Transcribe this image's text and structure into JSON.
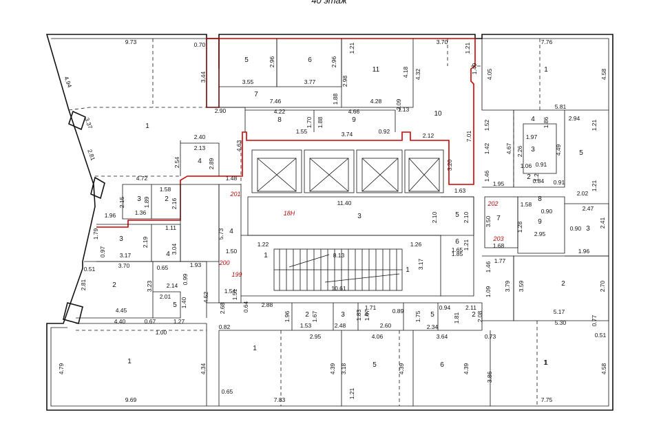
{
  "title": "40 этаж",
  "highlight_label": "18Н",
  "section_labels": [
    "201",
    "200",
    "199",
    "202",
    "203"
  ],
  "room_numbers": [
    {
      "id": "r1",
      "text": "1"
    },
    {
      "id": "r5a",
      "text": "5"
    },
    {
      "id": "r6a",
      "text": "6"
    },
    {
      "id": "r11",
      "text": "11"
    },
    {
      "id": "r7a",
      "text": "7"
    },
    {
      "id": "r8a",
      "text": "8"
    },
    {
      "id": "r9a",
      "text": "9"
    },
    {
      "id": "r10",
      "text": "10"
    },
    {
      "id": "r1b",
      "text": "1"
    },
    {
      "id": "r4a",
      "text": "4"
    },
    {
      "id": "r3a",
      "text": "3"
    },
    {
      "id": "r2a",
      "text": "2"
    },
    {
      "id": "r3b",
      "text": "3"
    },
    {
      "id": "r4b",
      "text": "4"
    },
    {
      "id": "r2b",
      "text": "2"
    },
    {
      "id": "r5b",
      "text": "5"
    },
    {
      "id": "r4c",
      "text": "4"
    },
    {
      "id": "r3c",
      "text": "3"
    },
    {
      "id": "r5c",
      "text": "5"
    },
    {
      "id": "r6b",
      "text": "6"
    },
    {
      "id": "r1c",
      "text": "1"
    },
    {
      "id": "r1d",
      "text": "1"
    },
    {
      "id": "r1e",
      "text": "1"
    },
    {
      "id": "r1f",
      "text": "1"
    },
    {
      "id": "r5d",
      "text": "5"
    },
    {
      "id": "r6c",
      "text": "6"
    },
    {
      "id": "r1g",
      "text": "1"
    },
    {
      "id": "r4d",
      "text": "4"
    },
    {
      "id": "r5e",
      "text": "5"
    },
    {
      "id": "r3d",
      "text": "3"
    },
    {
      "id": "r2c",
      "text": "2"
    },
    {
      "id": "r7b",
      "text": "7"
    },
    {
      "id": "r8b",
      "text": "8"
    },
    {
      "id": "r9b",
      "text": "9"
    },
    {
      "id": "r3e",
      "text": "3"
    },
    {
      "id": "r2d",
      "text": "2"
    },
    {
      "id": "r1h",
      "text": "1"
    },
    {
      "id": "r2e",
      "text": "2"
    },
    {
      "id": "r3f",
      "text": "3"
    },
    {
      "id": "r4e",
      "text": "4"
    },
    {
      "id": "r5f",
      "text": "5"
    },
    {
      "id": "r2f",
      "text": "2"
    }
  ],
  "dimensions": [
    "9.73",
    "0.70",
    "4.94",
    "3.44",
    "3.55",
    "3.77",
    "2.96",
    "2.96",
    "1.21",
    "2.98",
    "4.18",
    "4.32",
    "3.70",
    "1.21",
    "1.49",
    "7.46",
    "1.88",
    "4.22",
    "4.66",
    "4.28",
    "2.09",
    "1.13",
    "1.70",
    "1.88",
    "2.90",
    "1.55",
    "3.74",
    "0.92",
    "2.12",
    "7.01",
    "3.37",
    "2.81",
    "2.40",
    "2.13",
    "2.89",
    "4.63",
    "2.54",
    "4.72",
    "1.58",
    "2.16",
    "2.15",
    "1.89",
    "1.36",
    "1.96",
    "1.48",
    "11.40",
    "1.63",
    "3.20",
    "2.10",
    "2.10",
    "1.11",
    "5.73",
    "1.50",
    "1.22",
    "8.13",
    "1.26",
    "1.65",
    "1.21",
    "1.85",
    "3.17",
    "1.79",
    "0.51",
    "0.97",
    "3.17",
    "3.70",
    "2.19",
    "3.04",
    "0.65",
    "1.93",
    "0.99",
    "2.14",
    "3.23",
    "2.81",
    "4.45",
    "2.01",
    "1.40",
    "4.52",
    "1.54",
    "1.51",
    "2.68",
    "0.64",
    "2.88",
    "10.61",
    "4.40",
    "0.67",
    "1.27",
    "1.00",
    "0.82",
    "1.96",
    "1.67",
    "1.53",
    "1.83",
    "2.48",
    "1.71",
    "0.89",
    "2.60",
    "1.75",
    "0.94",
    "2.11",
    "1.81",
    "2.34",
    "2.08",
    "1.67",
    "2.95",
    "4.06",
    "3.64",
    "0.73",
    "4.79",
    "4.34",
    "4.39",
    "3.18",
    "4.39",
    "4.39",
    "3.86",
    "9.69",
    "0.65",
    "7.83",
    "1.21",
    "7.75",
    "4.58",
    "7.76",
    "4.05",
    "4.58",
    "5.81",
    "1.86",
    "2.94",
    "1.97",
    "1.52",
    "1.42",
    "4.67",
    "2.26",
    "4.49",
    "1.21",
    "1.06",
    "0.91",
    "1.46",
    "1.95",
    "1.2",
    "0.84",
    "0.91",
    "2.02",
    "1.21",
    "1.58",
    "0.90",
    "2.47",
    "3.50",
    "1.28",
    "2.95",
    "0.90",
    "2.41",
    "1.68",
    "1.96",
    "1.46",
    "1.77",
    "3.79",
    "3.59",
    "2.70",
    "1.09",
    "5.17",
    "5.30",
    "0.77",
    "0.51"
  ]
}
